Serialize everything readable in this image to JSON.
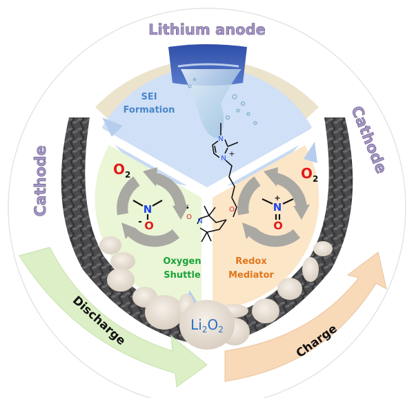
{
  "title_labels": {
    "anode": "Lithium anode",
    "cathode_left": "Cathode",
    "cathode_right": "Cathode"
  },
  "sectors": {
    "sei": {
      "line1": "SEI",
      "line2": "Formation",
      "color": "#4a86c8",
      "fill": "#cfe0f7"
    },
    "oxygen_shuttle": {
      "line1": "Oxygen",
      "line2": "Shuttle",
      "color": "#1aa33a",
      "fill": "#eaf6d6"
    },
    "redox_mediator": {
      "line1": "Redox",
      "line2": "Mediator",
      "color": "#e2761b",
      "fill": "#fbe6c8"
    }
  },
  "left_cycle": {
    "o2": {
      "main": "O",
      "sub": "2"
    },
    "center_n": "N",
    "center_o": "O",
    "o_charge": "-"
  },
  "right_cycle": {
    "o2": {
      "main": "O",
      "sub": "2"
    },
    "center_n": "N",
    "center_o": "O",
    "n_charge": "+"
  },
  "molecule": {
    "imid_n1": "N",
    "imid_n2": "N",
    "imid_charge": "+",
    "ether_o": "O",
    "tempo_n": "N",
    "tempo_o": "O",
    "radical_dot": "•"
  },
  "product": {
    "li": "Li",
    "sub1": "2",
    "o": "O",
    "sub2": "2",
    "color": "#2a6fc9"
  },
  "arrows": {
    "discharge": "Discharge",
    "charge": "Charge"
  },
  "colors": {
    "label_purple": "#a597c4",
    "anode_ring": "#ece3cc",
    "cycle_gray": "#a9a8a3",
    "n_blue": "#2046e8",
    "o_red": "#e21b1b",
    "discharge_fill": "#dcefc6",
    "charge_fill": "#f8d9b8",
    "carbon": "#4a4a4c",
    "li2o2": "#ece3d7"
  }
}
